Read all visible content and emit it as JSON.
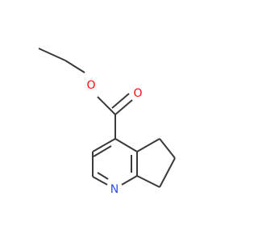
{
  "molecule": {
    "atoms": [
      {
        "id": "O_ether",
        "symbol": "O",
        "color": "#ff0d0d"
      },
      {
        "id": "O_carbonyl",
        "symbol": "O",
        "color": "#ff0d0d"
      },
      {
        "id": "N_ring",
        "symbol": "N",
        "color": "#3050f8"
      }
    ]
  }
}
